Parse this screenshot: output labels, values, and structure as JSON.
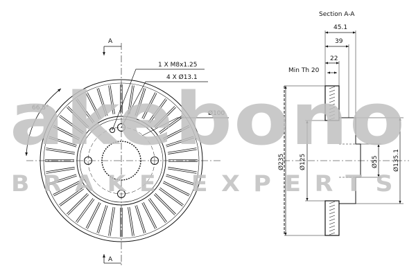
{
  "watermark": {
    "brand": "akebono",
    "tagline": "BRAKE EXPERTS"
  },
  "section_markers": {
    "top": "A",
    "bottom": "A"
  },
  "front_view": {
    "angle": "66.5°",
    "thread_callout": "1 X M8x1.25",
    "holes_callout": "4 X Ø13.1",
    "pcd": "Ø100"
  },
  "side_view": {
    "title": "Section A-A",
    "dims": {
      "total_width": "45.1",
      "width_39": "39",
      "width_22": "22",
      "min_thickness": "Min Th 20",
      "outer_diameter": "Ø235",
      "diameter_125": "Ø125",
      "center_bore": "Ø55",
      "hat_diameter": "Ø135.1"
    }
  },
  "colors": {
    "line": "#111111",
    "watermark": "#bfbfbf"
  }
}
